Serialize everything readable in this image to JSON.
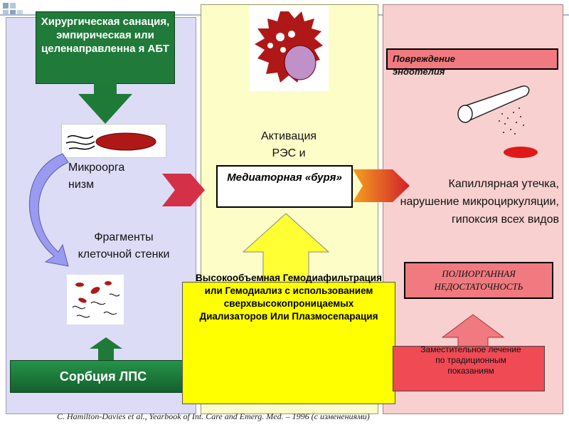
{
  "colors": {
    "left_panel": "#dcdcf6",
    "mid_panel": "#fdfdc8",
    "right_panel": "#f8d0d0",
    "green": "#1f7a38",
    "red_box": "#f07a80",
    "yellow": "#ffff33"
  },
  "left": {
    "surgery_box": "Хирургическая санация, эмпирическая или целенаправленна я АБТ",
    "microorganism": "Микроорга низм",
    "fragments": "Фрагменты клеточной стенки",
    "lps_box": "Сорбция ЛПС"
  },
  "middle": {
    "activation": "Активация РЭС и",
    "mediator_box": "Медиаторная «буря»",
    "hemo_box": "Высокообъемная Гемодиафильтрация или Гемодиализ с использованием сверхвысокопроницаемых Диализаторов Или Плазмосепарация"
  },
  "right": {
    "endothelium_box": "Повреждение эндотелия",
    "capillary": "Капиллярная утечка, нарушение микроциркуляции, гипоксия всех видов",
    "organ_failure_box": "ПОЛИОРГАННАЯ НЕДОСТАТОЧНОСТЬ",
    "replacement_box": "Заместительное лечение по традиционным показаниям"
  },
  "citation": "C. Hamilton-Davies et al., Yearbook of Int. Care and Emerg. Med. – 1996 (с изменениями)"
}
